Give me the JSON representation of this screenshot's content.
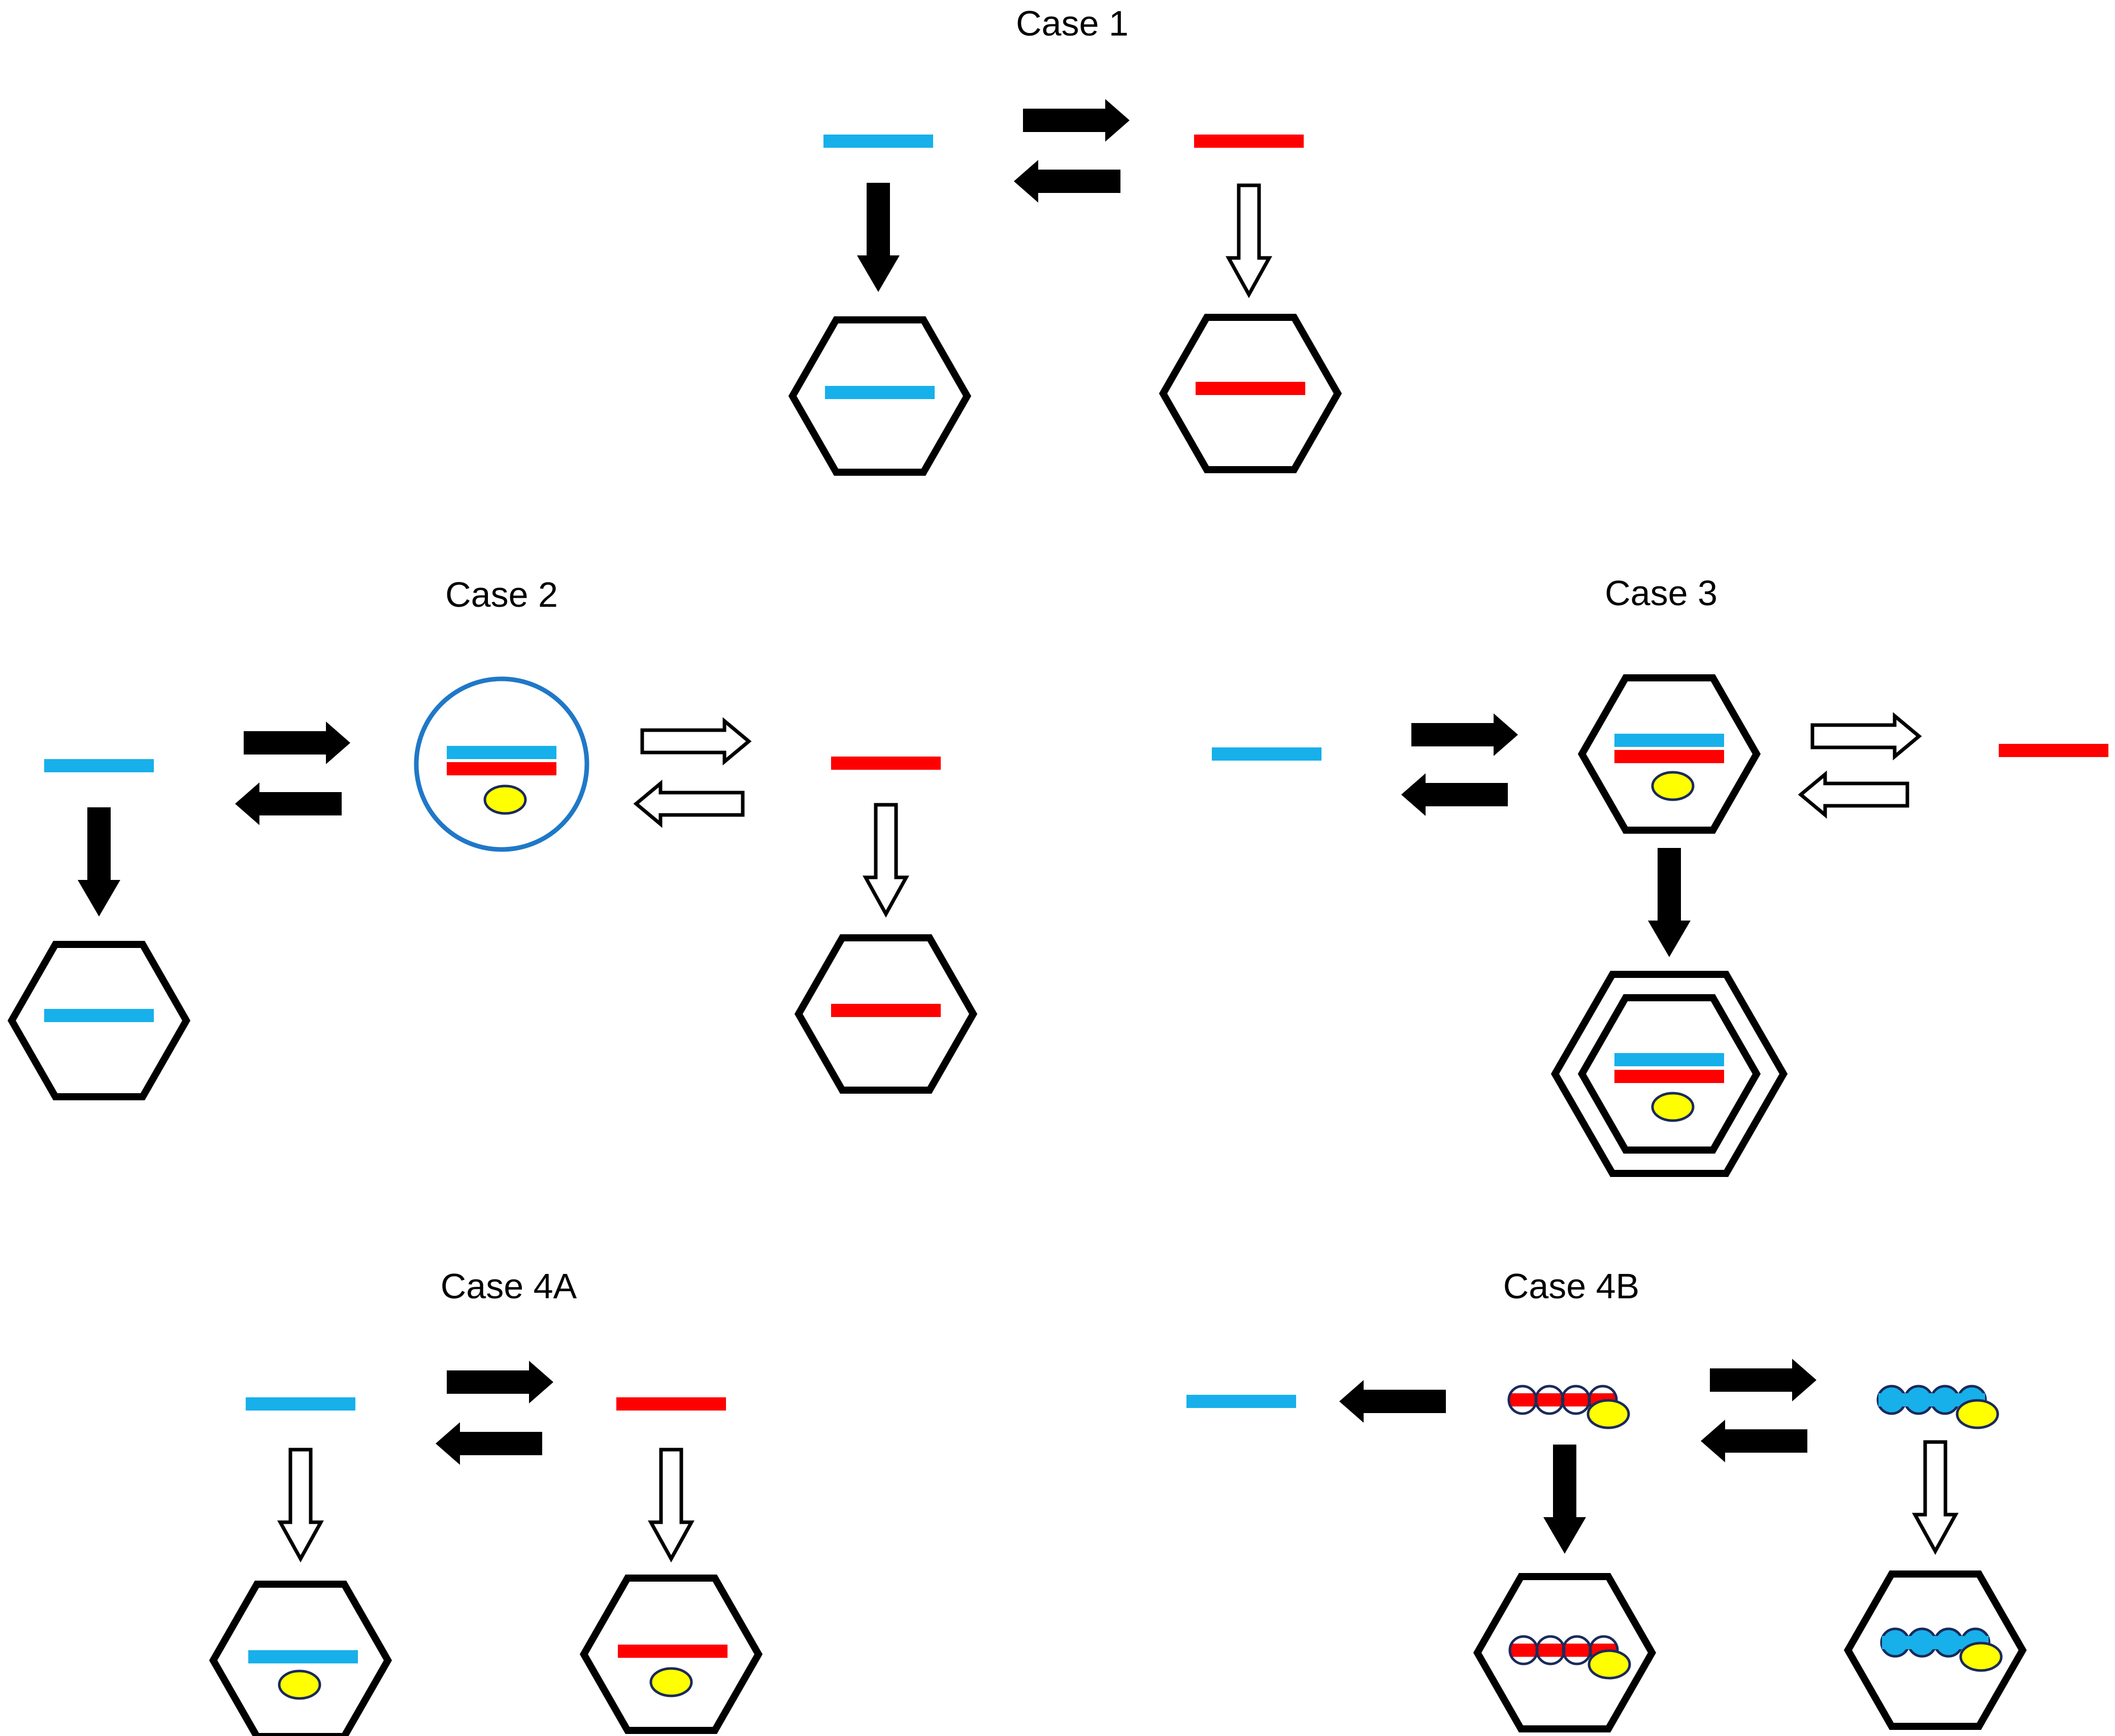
{
  "diagram": {
    "labels": {
      "case1": "Case 1",
      "case2": "Case 2",
      "case3": "Case 3",
      "case4a": "Case 4A",
      "case4b": "Case 4B"
    },
    "colors": {
      "blue_strand": "#17b0ea",
      "red_strand": "#ff0000",
      "ligand": "#ffff00",
      "outline": "#000000",
      "circle_outline": "#1f78c8",
      "background": "#ffffff"
    },
    "legend": {
      "filled_arrow": "solid black arrow",
      "hollow_arrow": "open outline arrow"
    }
  }
}
